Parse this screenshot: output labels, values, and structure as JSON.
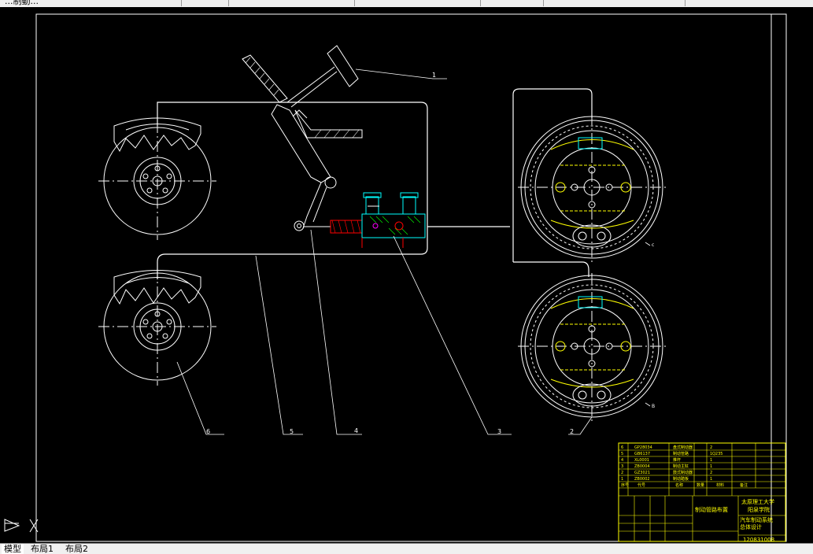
{
  "toolbar_fragment": {
    "text": "...制動..."
  },
  "layout_tabs": [
    {
      "label": "模型",
      "active": true
    },
    {
      "label": "布局1",
      "active": false
    },
    {
      "label": "布局2",
      "active": false
    }
  ],
  "drawing": {
    "part_labels": [
      "1",
      "2",
      "3",
      "4",
      "5",
      "6"
    ],
    "callout_small": {
      "a": "c",
      "b": "B"
    },
    "title_block": {
      "school": "太原理工大学",
      "college": "阳泉学院",
      "drawing_name": "制动管路布置",
      "project_title_line1": "汽车制动系统",
      "project_title_line2": "总体设计",
      "drawing_number": "120831008",
      "material": "Q235",
      "rows": [
        {
          "no": "6",
          "code": "GP28034",
          "name": "盘式制动器",
          "qty": "2",
          "material": "",
          "remark": ""
        },
        {
          "no": "5",
          "code": "GB6137",
          "name": "制动管路",
          "qty": "1",
          "material": "Q235",
          "remark": ""
        },
        {
          "no": "4",
          "code": "XL0001",
          "name": "推杆",
          "qty": "1",
          "material": "",
          "remark": ""
        },
        {
          "no": "3",
          "code": "ZB0004",
          "name": "制动主缸",
          "qty": "1",
          "material": "",
          "remark": ""
        },
        {
          "no": "2",
          "code": "GZ3021",
          "name": "鼓式制动器",
          "qty": "2",
          "material": "",
          "remark": ""
        },
        {
          "no": "1",
          "code": "ZB0002",
          "name": "制动踏板",
          "qty": "1",
          "material": "",
          "remark": ""
        }
      ],
      "header_cells": [
        "序号",
        "代号",
        "名称",
        "数量",
        "材料",
        "备注"
      ]
    }
  },
  "colors": {
    "background": "#000000",
    "line_white": "#ffffff",
    "line_yellow": "#ffff00",
    "line_cyan": "#00ffff",
    "line_red": "#ff0000",
    "line_magenta": "#ff00ff",
    "hatch_green": "#00ff00"
  }
}
